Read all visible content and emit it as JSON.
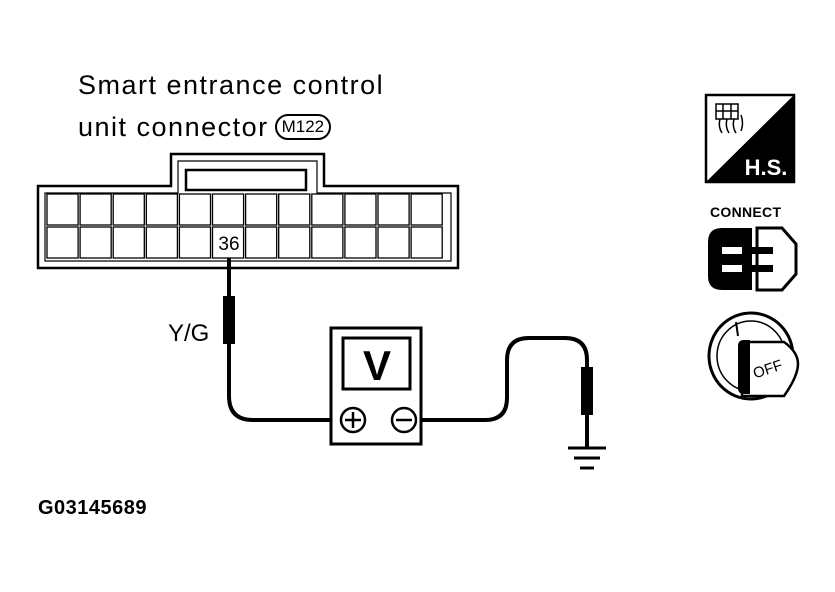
{
  "diagram": {
    "title_line1": "Smart entrance control",
    "title_line2": "unit connector",
    "connector_id": "M122",
    "pin_number": "36",
    "wire_color": "Y/G",
    "meter_symbol": "V",
    "figure_id": "G03145689"
  },
  "icons": {
    "hs_label": "H.S.",
    "connect_label": "CONNECT",
    "ignition_label": "OFF"
  }
}
